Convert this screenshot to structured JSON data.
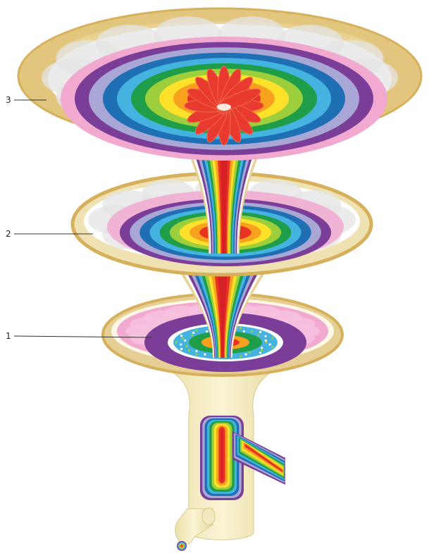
{
  "callouts": [
    {
      "id": "level-3",
      "label": "3"
    },
    {
      "id": "level-2",
      "label": "2"
    },
    {
      "id": "level-1",
      "label": "1"
    }
  ],
  "palette": {
    "rainbow_outer_to_inner": [
      "#f2a9cf",
      "#7a3d98",
      "#a9a7d6",
      "#1f6fb5",
      "#44b3e0",
      "#1f9e4a",
      "#9ccf3b",
      "#ffe12a",
      "#f7a11f",
      "#e83324",
      "#d71f26"
    ],
    "gold": "#d7b05c",
    "gold_light": "#efe1b2",
    "cream": "#fbf3d3",
    "cloud": "#e4e4e6",
    "line": "#333333"
  }
}
